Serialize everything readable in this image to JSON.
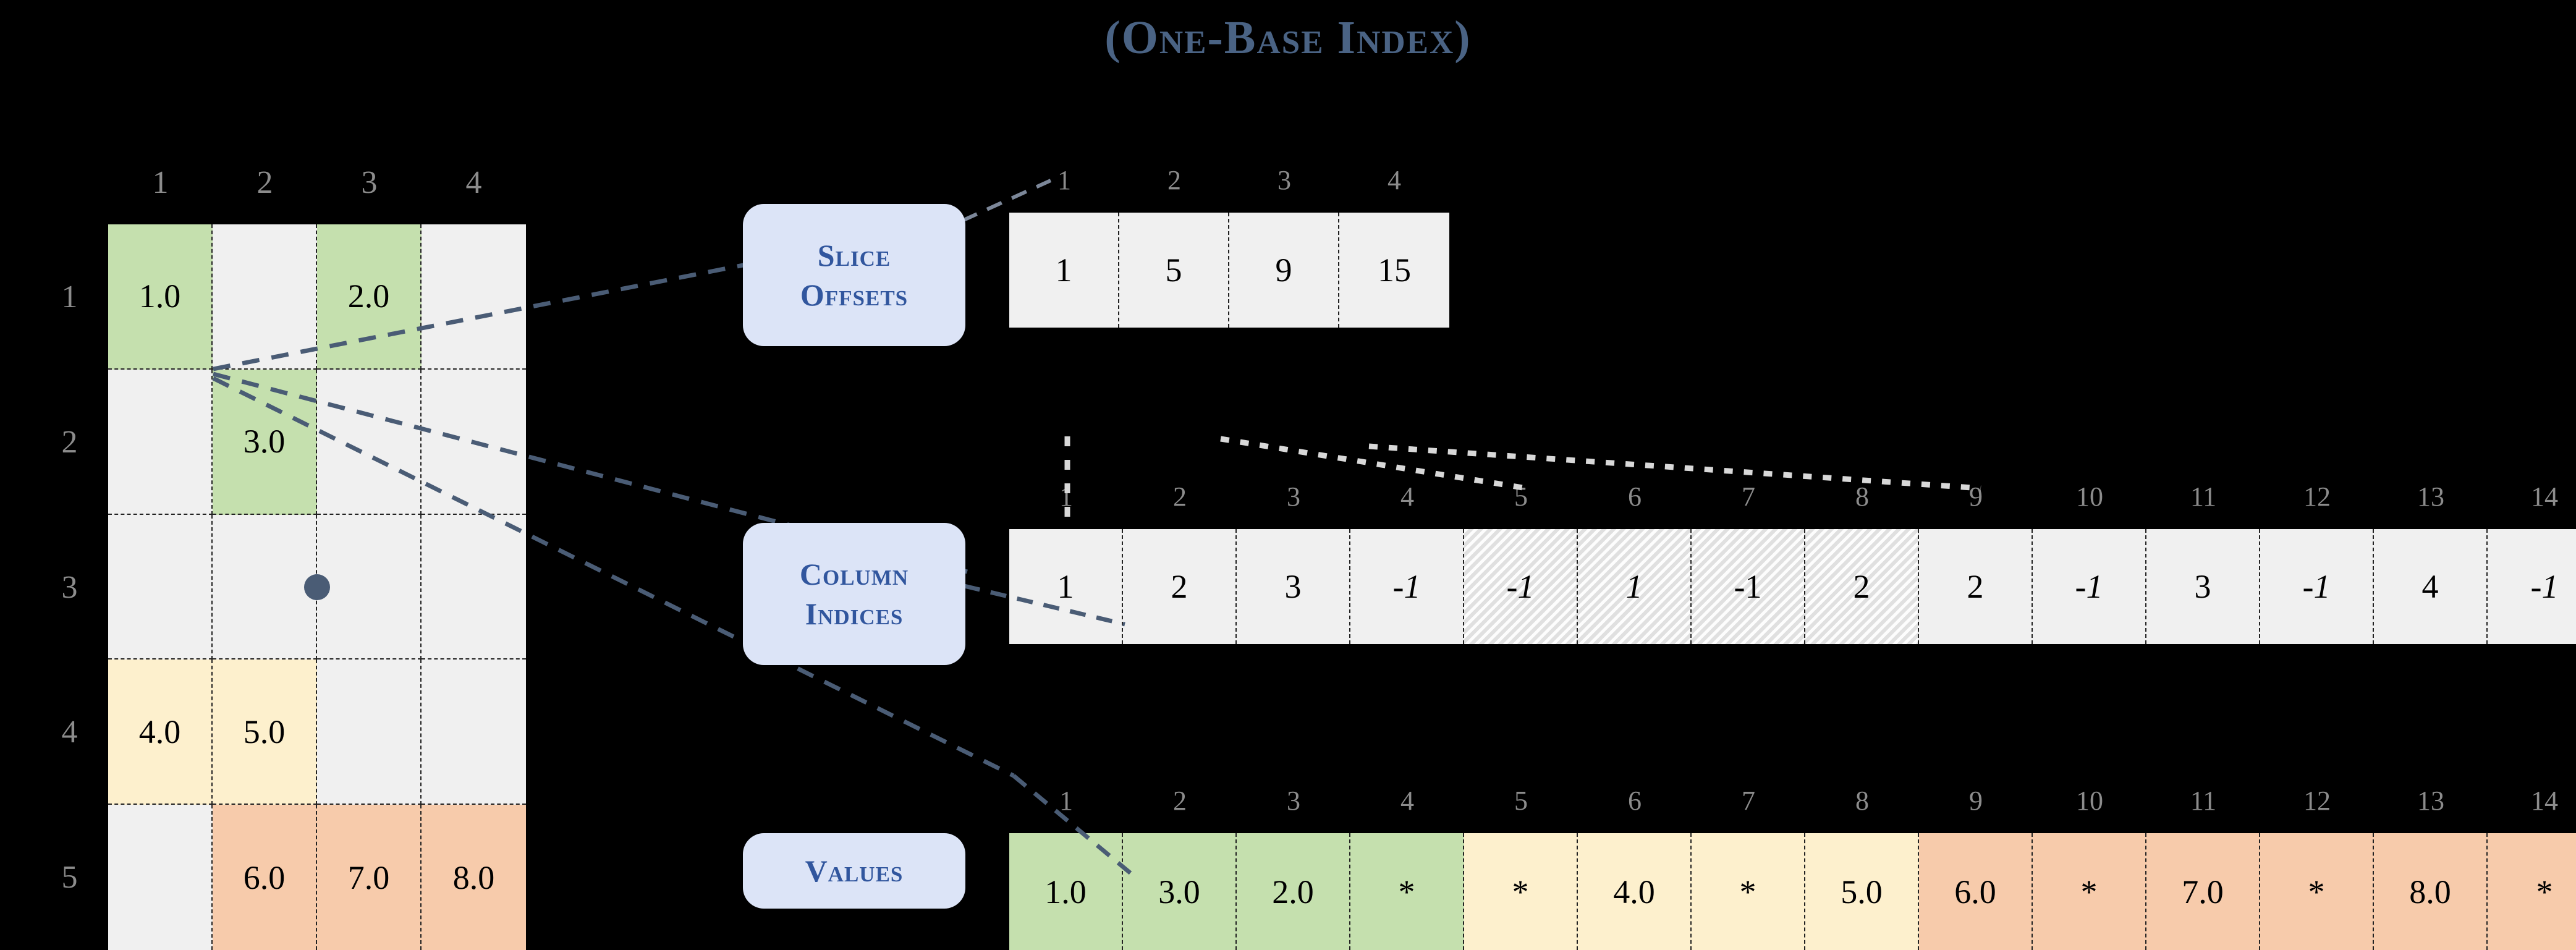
{
  "title": "(One-Base Index)",
  "labels": {
    "slice_offsets": [
      "Slice",
      "Offsets"
    ],
    "column_indices": [
      "Column",
      "Indices"
    ],
    "values": [
      "Values"
    ]
  },
  "matrix": {
    "col_headers": [
      "1",
      "2",
      "3",
      "4"
    ],
    "row_headers": [
      "1",
      "2",
      "3",
      "4",
      "5"
    ],
    "cells": [
      [
        {
          "text": "1.0",
          "fill": "green"
        },
        {
          "text": "",
          "fill": "none"
        },
        {
          "text": "2.0",
          "fill": "green"
        },
        {
          "text": "",
          "fill": "none"
        }
      ],
      [
        {
          "text": "",
          "fill": "none"
        },
        {
          "text": "3.0",
          "fill": "green"
        },
        {
          "text": "",
          "fill": "none"
        },
        {
          "text": "",
          "fill": "none"
        }
      ],
      [
        {
          "text": "",
          "fill": "none"
        },
        {
          "text": "",
          "fill": "none"
        },
        {
          "text": "",
          "fill": "none"
        },
        {
          "text": "",
          "fill": "none"
        }
      ],
      [
        {
          "text": "4.0",
          "fill": "yellow"
        },
        {
          "text": "5.0",
          "fill": "yellow"
        },
        {
          "text": "",
          "fill": "none"
        },
        {
          "text": "",
          "fill": "none"
        }
      ],
      [
        {
          "text": "",
          "fill": "none"
        },
        {
          "text": "6.0",
          "fill": "orange"
        },
        {
          "text": "7.0",
          "fill": "orange"
        },
        {
          "text": "8.0",
          "fill": "orange"
        }
      ]
    ]
  },
  "slice_offsets": {
    "headers": [
      "1",
      "2",
      "3",
      "4"
    ],
    "cells": [
      {
        "text": "1",
        "fill": "none",
        "hatch": false,
        "italic": false
      },
      {
        "text": "5",
        "fill": "none",
        "hatch": false,
        "italic": false
      },
      {
        "text": "9",
        "fill": "none",
        "hatch": false,
        "italic": false
      },
      {
        "text": "15",
        "fill": "none",
        "hatch": false,
        "italic": false
      }
    ]
  },
  "column_indices": {
    "headers": [
      "1",
      "2",
      "3",
      "4",
      "5",
      "6",
      "7",
      "8",
      "9",
      "10",
      "11",
      "12",
      "13",
      "14"
    ],
    "cells": [
      {
        "text": "1",
        "fill": "none",
        "hatch": false,
        "italic": false
      },
      {
        "text": "2",
        "fill": "none",
        "hatch": false,
        "italic": false
      },
      {
        "text": "3",
        "fill": "none",
        "hatch": false,
        "italic": false
      },
      {
        "text": "-1",
        "fill": "none",
        "hatch": false,
        "italic": true
      },
      {
        "text": "-1",
        "fill": "none",
        "hatch": true,
        "italic": true
      },
      {
        "text": "1",
        "fill": "none",
        "hatch": true,
        "italic": true
      },
      {
        "text": "-1",
        "fill": "none",
        "hatch": true,
        "italic": false
      },
      {
        "text": "2",
        "fill": "none",
        "hatch": true,
        "italic": false
      },
      {
        "text": "2",
        "fill": "none",
        "hatch": false,
        "italic": false
      },
      {
        "text": "-1",
        "fill": "none",
        "hatch": false,
        "italic": true
      },
      {
        "text": "3",
        "fill": "none",
        "hatch": false,
        "italic": false
      },
      {
        "text": "-1",
        "fill": "none",
        "hatch": false,
        "italic": true
      },
      {
        "text": "4",
        "fill": "none",
        "hatch": false,
        "italic": false
      },
      {
        "text": "-1",
        "fill": "none",
        "hatch": false,
        "italic": true
      }
    ]
  },
  "values": {
    "headers": [
      "1",
      "2",
      "3",
      "4",
      "5",
      "6",
      "7",
      "8",
      "9",
      "10",
      "11",
      "12",
      "13",
      "14"
    ],
    "cells": [
      {
        "text": "1.0",
        "fill": "green",
        "hatch": false,
        "italic": false
      },
      {
        "text": "3.0",
        "fill": "green",
        "hatch": false,
        "italic": false
      },
      {
        "text": "2.0",
        "fill": "green",
        "hatch": false,
        "italic": false
      },
      {
        "text": "*",
        "fill": "green",
        "hatch": false,
        "italic": false
      },
      {
        "text": "*",
        "fill": "yellow",
        "hatch": false,
        "italic": false
      },
      {
        "text": "4.0",
        "fill": "yellow",
        "hatch": false,
        "italic": false
      },
      {
        "text": "*",
        "fill": "yellow",
        "hatch": false,
        "italic": false
      },
      {
        "text": "5.0",
        "fill": "yellow",
        "hatch": false,
        "italic": false
      },
      {
        "text": "6.0",
        "fill": "orange",
        "hatch": false,
        "italic": false
      },
      {
        "text": "*",
        "fill": "orange",
        "hatch": false,
        "italic": false
      },
      {
        "text": "7.0",
        "fill": "orange",
        "hatch": false,
        "italic": false
      },
      {
        "text": "*",
        "fill": "orange",
        "hatch": false,
        "italic": false
      },
      {
        "text": "8.0",
        "fill": "orange",
        "hatch": false,
        "italic": false
      },
      {
        "text": "*",
        "fill": "orange",
        "hatch": false,
        "italic": false
      }
    ]
  },
  "colors": {
    "background": "#000000",
    "title": "#4A6384",
    "pill_bg": "#DCE4F7",
    "pill_text": "#31569E",
    "cell_bg": "#F0F0F0",
    "green": "#C5E0AE",
    "yellow": "#FDF0CD",
    "orange": "#F7CBAB",
    "header_text": "#8C8C8C",
    "connector": "#4A5C75",
    "dotted_connector": "#D8D8D8"
  }
}
